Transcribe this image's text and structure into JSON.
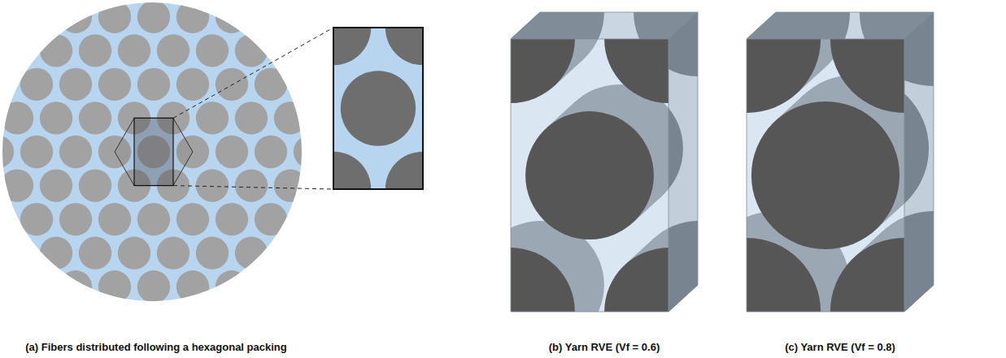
{
  "diagram": {
    "labels": [
      "(a) Fibers distributed following a hexagonal packing",
      "(b) Yarn RVE (Vf = 0.6)",
      "(c) Yarn RVE (Vf = 0.8)"
    ]
  }
}
